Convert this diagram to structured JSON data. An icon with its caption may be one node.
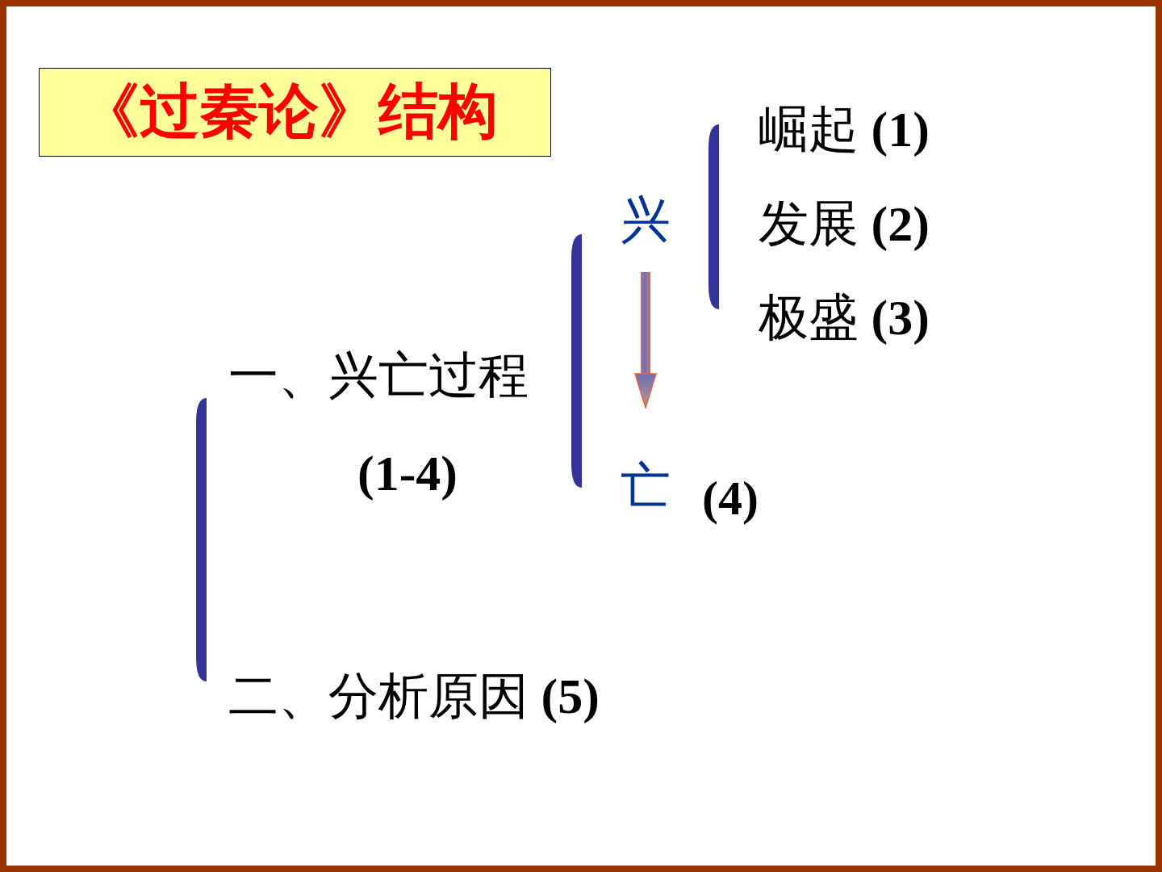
{
  "diagram": {
    "nodes": [
      {
        "text": [
          "《过秦论》结构"
        ]
      },
      {
        "text": [
          "兴"
        ]
      },
      {
        "text": [
          "亡"
        ],
        "beside": [
          "(4)"
        ]
      }
    ],
    "edges": [
      {
        "from": 1,
        "to": 2,
        "arrow": "to"
      }
    ],
    "labels": [
      "崛起 **(1)**",
      "发展 **(2)**",
      "极盛 **(3)**",
      "一、兴亡过程",
      "(1-4)",
      "二、分析原因 **(5)**"
    ]
  }
}
